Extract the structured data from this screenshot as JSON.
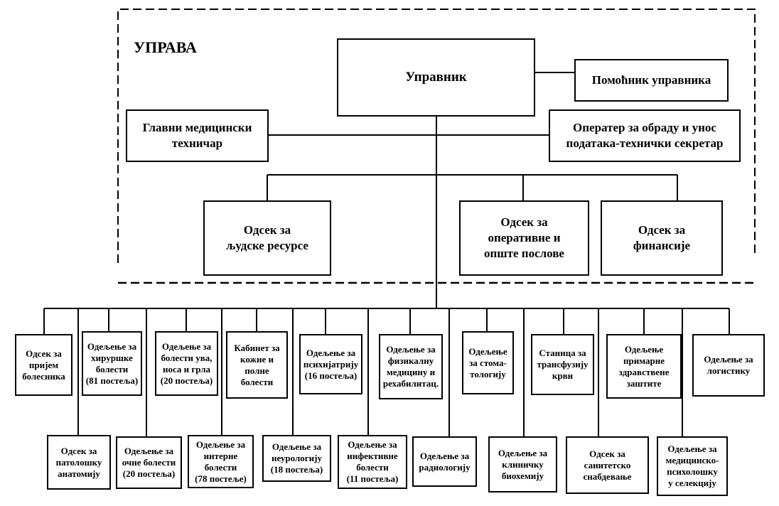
{
  "uprava_label": "УПРАВА",
  "director": "Управник",
  "assistant": "Помоћник управника",
  "chief_technician": "Главни медицински\nтехничар",
  "operator": "Оператер за обраду и унос\nподатака-технички секретар",
  "section_hr": "Одсек за\nљудске ресурсе",
  "section_ops": "Одсек за\nоперативне и\nопште послове",
  "section_finance": "Одсек за\nфинансије",
  "units_top": [
    "Одсек за\nпријем\nболесника",
    "Одељење за\nхируршке\nболести\n(81 постеља)",
    "Одељење за\nболести ува,\nноса и грла\n(20 постеља)",
    "Кабинет за\nкожне и\nполне\nболести",
    "Одељење за\nпсихијатрију\n(16 постеља)",
    "Одељење за\nфизикалну\nмедицину и\nрехабилитац.",
    "Одељење\nза стома-\nтологију",
    "Станица за\nтрансфузију\nкрви",
    "Одељење\nпримарне\nздравствене\nзаштите",
    "Одељење за\nлогистику"
  ],
  "units_bottom": [
    "Одсек за\nпатолошку\nанатомију",
    "Одељење за\nочне болести\n(20 постеља)",
    "Одељење за\nинтерне\nболести\n(78 постеље)",
    "Одељење за\nнеурологију\n(18 постеља)",
    "Одељење за\nинфективне\nболести\n(11 постеља)",
    "Одељење за\nрадиологију",
    "Одељење за\nклиничку\nбиохемију",
    "Одсек за\nсанитетско\nснабдевање",
    "Одељење за\nмедицинско-\nпсихолошку\nу селекцију"
  ]
}
